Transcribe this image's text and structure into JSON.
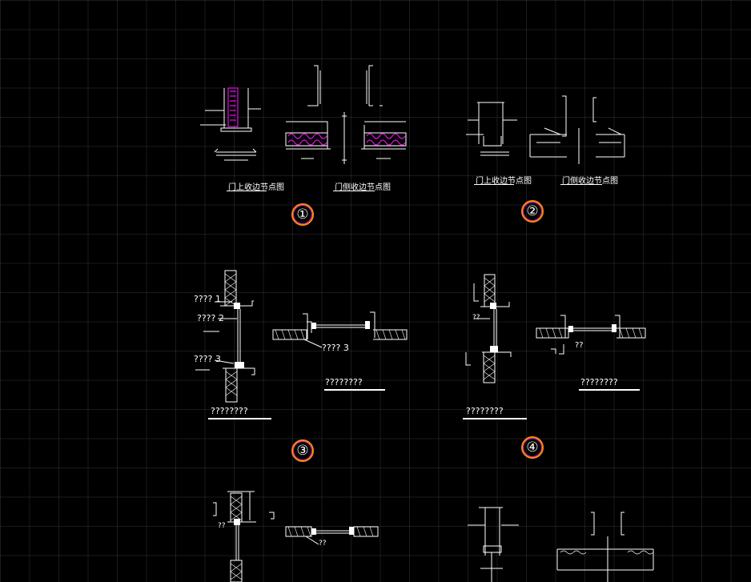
{
  "colors": {
    "background": "#000000",
    "grid": "#3a3a52",
    "linework": "#ffffff",
    "insulation": "#e010e0",
    "badge_ring": "#ff8c00"
  },
  "detail_sheet": {
    "detail_1": {
      "number": "①",
      "captions": [
        "门上收边节点图",
        "门侧收边节点图"
      ]
    },
    "detail_2": {
      "number": "②",
      "captions": [
        "门上收边节点图",
        "门侧收边节点图"
      ]
    },
    "detail_3": {
      "number": "③",
      "captions": [
        "????????",
        "????????"
      ],
      "labels": [
        "???? 1",
        "???? 2",
        "???? 3",
        "???? 3"
      ]
    },
    "detail_4": {
      "number": "④",
      "captions": [
        "????????",
        "????????"
      ],
      "labels": [
        "??",
        "??"
      ]
    },
    "detail_5": {
      "labels": [
        "??",
        "??"
      ]
    }
  }
}
